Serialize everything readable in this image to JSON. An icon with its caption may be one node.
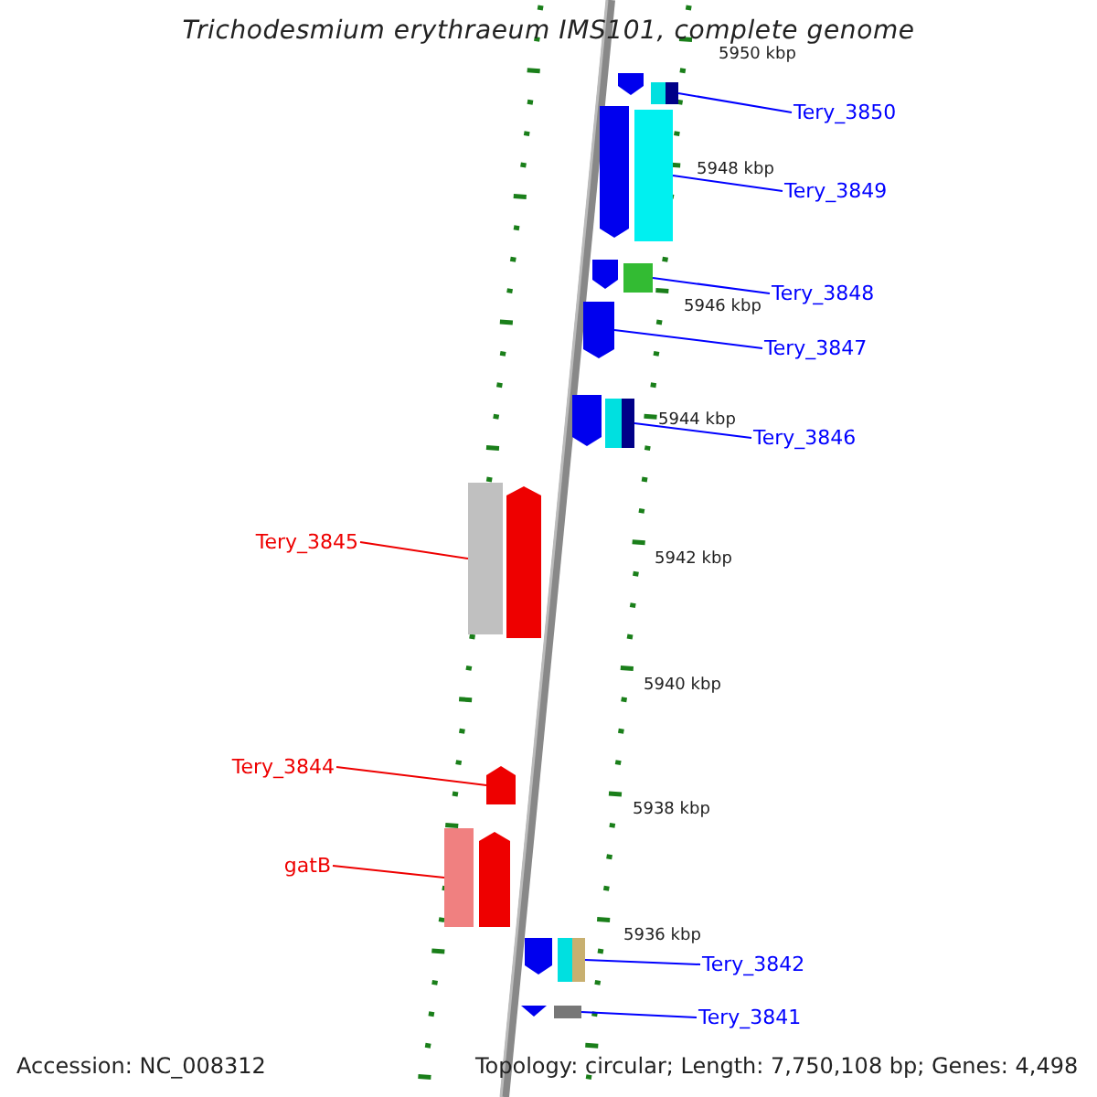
{
  "diagram": {
    "title": "Trichodesmium erythraeum IMS101, complete genome",
    "nodes": [
      {
        "text": [
          "Tery_3850"
        ]
      },
      {
        "text": [
          "Tery_3849"
        ]
      },
      {
        "text": [
          "Tery_3848"
        ]
      },
      {
        "text": [
          "Tery_3847"
        ]
      },
      {
        "text": [
          "Tery_3846"
        ]
      },
      {
        "text": [
          "Tery_3845"
        ]
      },
      {
        "text": [
          "Tery_3844"
        ]
      },
      {
        "text": [
          "gatB"
        ]
      },
      {
        "text": [
          "Tery_3842"
        ]
      },
      {
        "text": [
          "Tery_3841"
        ]
      },
      {
        "text": [],
        "shape": "bar"
      },
      {
        "text": [],
        "shape": "bar"
      },
      {
        "text": [],
        "shape": "bar"
      },
      {
        "text": [],
        "shape": "bar"
      },
      {
        "text": [],
        "shape": "bar"
      },
      {
        "text": [],
        "shape": "bar"
      },
      {
        "text": [],
        "shape": "bar"
      },
      {
        "text": [],
        "shape": "bar"
      },
      {
        "text": [],
        "shape": "bar"
      },
      {
        "text": [],
        "shape": "bar"
      },
      {
        "text": [],
        "shape": "bar"
      },
      {
        "text": [],
        "shape": "bar"
      },
      {
        "text": [],
        "shape": "bar"
      },
      {
        "text": [],
        "shape": "bar"
      },
      {
        "text": [],
        "shape": "bar"
      },
      {
        "text": [],
        "shape": "bar"
      },
      {
        "text": [],
        "shape": "bar"
      },
      {
        "text": [],
        "shape": "bar"
      }
    ],
    "edges": [
      {
        "from": 0,
        "to": 11,
        "arrow": "none"
      },
      {
        "from": 1,
        "to": 13,
        "arrow": "none"
      },
      {
        "from": 2,
        "to": 15,
        "arrow": "none"
      },
      {
        "from": 3,
        "to": 16,
        "arrow": "none"
      },
      {
        "from": 4,
        "to": 18,
        "arrow": "none"
      },
      {
        "from": 5,
        "to": 19,
        "arrow": "none",
        "color": "#ee0000"
      },
      {
        "from": 6,
        "to": 21,
        "arrow": "none",
        "color": "#ee0000"
      },
      {
        "from": 7,
        "to": 22,
        "arrow": "none",
        "color": "#ee0000"
      },
      {
        "from": 8,
        "to": 25,
        "arrow": "none"
      },
      {
        "from": 9,
        "to": 27,
        "arrow": "none"
      }
    ],
    "labels": [
      "5950 kbp",
      "5948 kbp",
      "5946 kbp",
      "5944 kbp",
      "5942 kbp",
      "5940 kbp",
      "5938 kbp",
      "5936 kbp",
      "Accession: NC_008312",
      "Topology: circular; Length: 7,750,108 bp; Genes: 4,498"
    ]
  }
}
